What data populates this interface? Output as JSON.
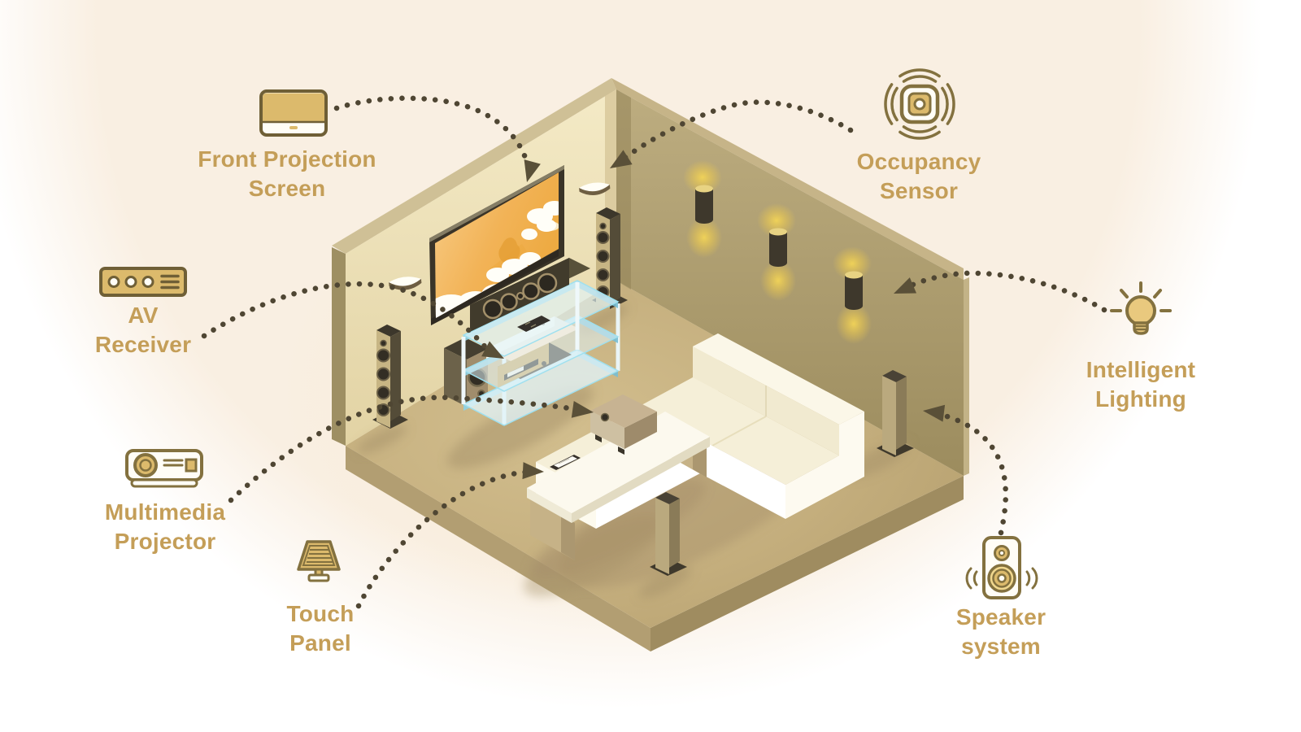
{
  "diagram": {
    "scene_name": "smart home theater isometric room",
    "accent_text_color": "#c49e58",
    "icon_fill_color": "#dcba6c",
    "icon_stroke_color": "#77663a",
    "connector_dot_color": "#4f4633",
    "arrow_color": "#5a5038",
    "room_colors": {
      "left_wall": "#efe4bd",
      "right_wall": "#b0a072",
      "floor": "#c8b282",
      "couch": "#f7f2df",
      "screen_image": "#f2b253"
    },
    "callouts": [
      {
        "id": "front-projection-screen",
        "icon": "projection-screen-icon",
        "lines": [
          "Front Projection",
          "Screen"
        ],
        "connects_to": "screen on wall"
      },
      {
        "id": "av-receiver",
        "icon": "av-receiver-icon",
        "lines": [
          "AV",
          "Receiver"
        ],
        "connects_to": "receiver on glass stand"
      },
      {
        "id": "multimedia-projector",
        "icon": "multimedia-projector-icon",
        "lines": [
          "Multimedia",
          "Projector"
        ],
        "connects_to": "projector on coffee table"
      },
      {
        "id": "touch-panel",
        "icon": "touch-panel-icon",
        "lines": [
          "Touch",
          "Panel"
        ],
        "connects_to": "tablet on coffee table"
      },
      {
        "id": "occupancy-sensor",
        "icon": "occupancy-sensor-icon",
        "lines": [
          "Occupancy",
          "Sensor"
        ],
        "connects_to": "room corner"
      },
      {
        "id": "intelligent-lighting",
        "icon": "light-bulb-icon",
        "lines": [
          "Intelligent",
          "Lighting"
        ],
        "connects_to": "wall sconce"
      },
      {
        "id": "speaker-system",
        "icon": "speaker-box-icon",
        "lines": [
          "Speaker",
          "system"
        ],
        "connects_to": "surround tower speaker"
      }
    ],
    "room_objects": [
      "projection-screen",
      "wall-uplight-bowls",
      "wall-sconces",
      "front-tower-speakers",
      "center-channel-speaker",
      "subwoofer",
      "glass-av-stand",
      "av-receiver-unit",
      "media-player",
      "remote-control",
      "sectional-sofa",
      "coffee-table",
      "projector-unit",
      "touch-panel-tablet",
      "surround-tower-speakers"
    ]
  }
}
